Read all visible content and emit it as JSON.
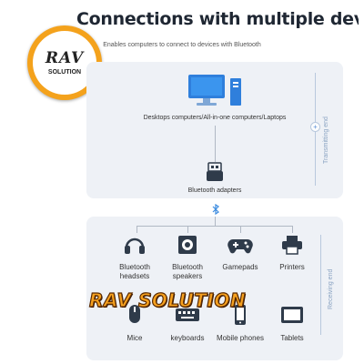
{
  "header": {
    "title": "Connections with multiple devices",
    "subtitle": "Enables computers to connect to devices with Bluetooth"
  },
  "logo": {
    "brand": "RAV",
    "tagline": "SOLUTION",
    "ring_color": "#f4a21c"
  },
  "top_panel": {
    "computers_label": "Desktops computers/All-in-one computers/Laptops",
    "adapter_label": "Bluetooth adapters",
    "side_label": "Transmitting end"
  },
  "bottom_panel": {
    "side_label": "Receiving end",
    "devices": [
      {
        "icon": "headset-icon",
        "label": "Bluetooth headsets"
      },
      {
        "icon": "speaker-icon",
        "label": "Bluetooth speakers"
      },
      {
        "icon": "gamepad-icon",
        "label": "Gamepads"
      },
      {
        "icon": "printer-icon",
        "label": "Printers"
      },
      {
        "icon": "mouse-icon",
        "label": "Mice"
      },
      {
        "icon": "keyboard-icon",
        "label": "keyboards"
      },
      {
        "icon": "mobile-phone-icon",
        "label": "Mobile phones"
      },
      {
        "icon": "tablet-icon",
        "label": "Tablets"
      }
    ]
  },
  "watermark": {
    "text": "RAV SOLUTION"
  },
  "colors": {
    "accent": "#3b8be0",
    "panel": "#eef1f6",
    "icon_dark": "#2f3b4a"
  }
}
